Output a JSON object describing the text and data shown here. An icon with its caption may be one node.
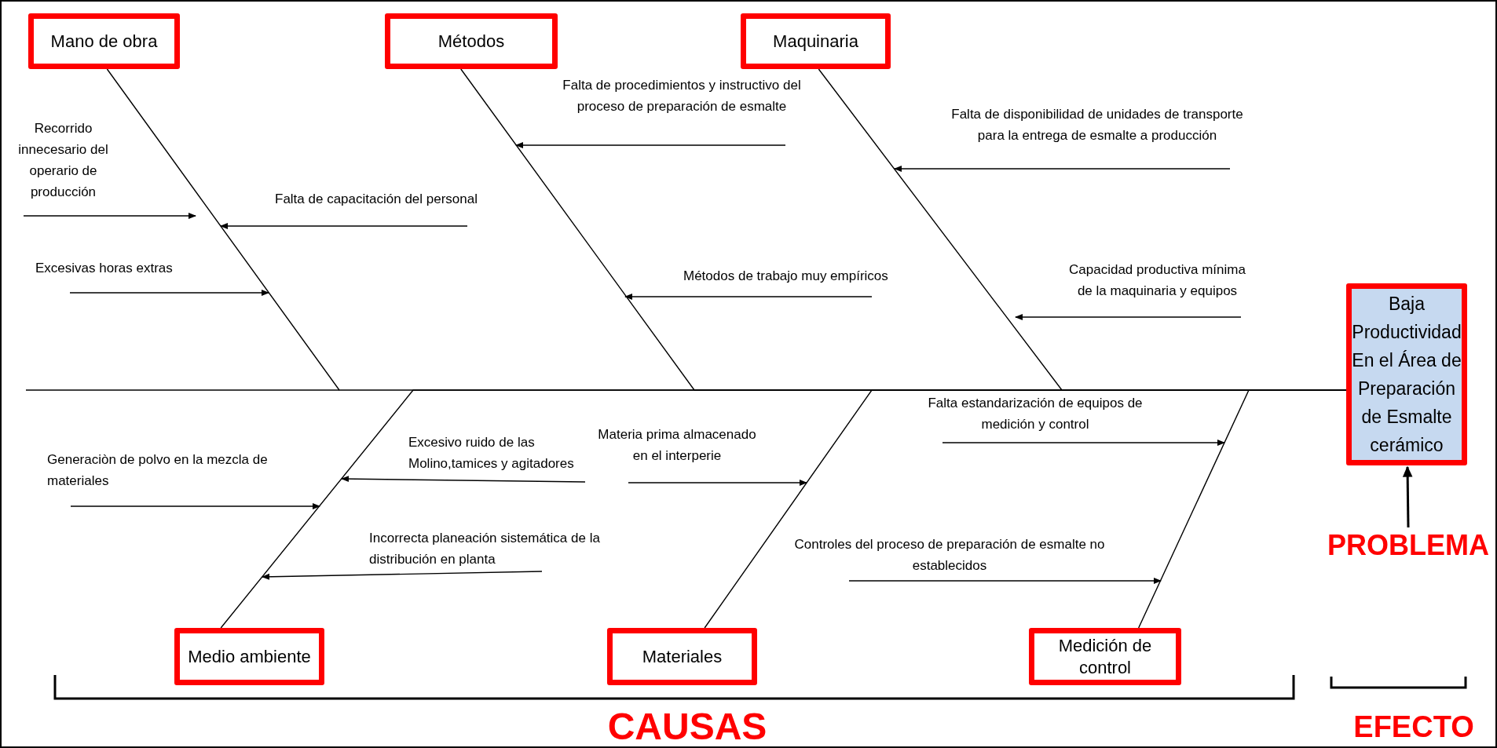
{
  "diagram": {
    "nodes": [
      {
        "text": [
          "Mano de obra"
        ]
      },
      {
        "text": [
          "Métodos"
        ]
      },
      {
        "text": [
          "Maquinaria"
        ]
      },
      {
        "text": [
          "Recorrido innecesario del operario de producción"
        ]
      },
      {
        "text": [
          "Falta de capacitación del personal"
        ]
      },
      {
        "text": [
          "Excesivas horas extras"
        ]
      },
      {
        "text": [
          "Falta de procedimientos y instructivo del proceso de preparación de esmalte"
        ]
      },
      {
        "text": [
          "Métodos de trabajo muy empíricos"
        ]
      },
      {
        "text": [
          "Falta de disponibilidad de unidades de transporte para la entrega de esmalte a producción"
        ]
      },
      {
        "text": [
          "Capacidad productiva mínima de la maquinaria y equipos"
        ]
      },
      {
        "text": [
          "Baja Productividad En el Área de Preparación de Esmalte cerámico"
        ]
      },
      {
        "text": [
          "Falta estandarización de equipos de medición y control"
        ]
      },
      {
        "text": [
          "Generaciòn de polvo en la mezcla de materiales"
        ]
      },
      {
        "text": [
          "Excesivo ruido de las Molino,tamices y agitadores"
        ]
      },
      {
        "text": [
          "Materia prima almacenado en el interperie"
        ]
      },
      {
        "text": [
          "Incorrecta planeación sistemática de la distribución en planta"
        ]
      },
      {
        "text": [
          "Controles del proceso de preparación de esmalte no establecidos"
        ]
      },
      {
        "text": [
          "PROBLEMA"
        ]
      },
      {
        "text": [
          "Medio ambiente"
        ]
      },
      {
        "text": [
          "Materiales"
        ]
      },
      {
        "text": [
          "Medición de control"
        ]
      }
    ],
    "edges": [
      {
        "from": 0,
        "to": 10,
        "arrow": "none"
      },
      {
        "from": 1,
        "to": 10,
        "arrow": "none"
      },
      {
        "from": 2,
        "to": 10,
        "arrow": "none"
      },
      {
        "from": 18,
        "to": 10,
        "arrow": "none"
      },
      {
        "from": 19,
        "to": 10,
        "arrow": "none"
      },
      {
        "from": 20,
        "to": 10,
        "arrow": "none"
      },
      {
        "from": 3,
        "to": null,
        "arrow": "to"
      },
      {
        "from": 4,
        "to": null,
        "arrow": "to"
      },
      {
        "from": 5,
        "to": null,
        "arrow": "to"
      },
      {
        "from": 6,
        "to": null,
        "arrow": "to"
      },
      {
        "from": 7,
        "to": null,
        "arrow": "to"
      },
      {
        "from": 8,
        "to": null,
        "arrow": "to"
      },
      {
        "from": 9,
        "to": null,
        "arrow": "to"
      },
      {
        "from": 11,
        "to": null,
        "arrow": "to"
      },
      {
        "from": 12,
        "to": null,
        "arrow": "to"
      },
      {
        "from": 13,
        "to": null,
        "arrow": "to"
      },
      {
        "from": 14,
        "to": null,
        "arrow": "to"
      },
      {
        "from": 15,
        "to": null,
        "arrow": "to"
      },
      {
        "from": 16,
        "to": null,
        "arrow": "to"
      },
      {
        "from": 17,
        "to": 10,
        "arrow": "to"
      }
    ],
    "labels": [
      "CAUSAS",
      "EFECTO"
    ]
  }
}
